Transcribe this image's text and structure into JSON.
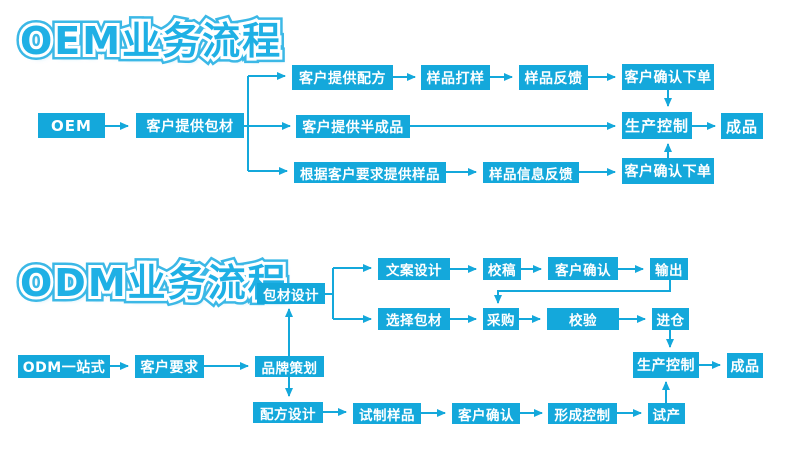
{
  "colors": {
    "accent": "#14a8db",
    "title_fill": "#1fb0e5",
    "title_outline": "#3cb8e6",
    "box_text": "#ffffff",
    "background": "#ffffff"
  },
  "sections": {
    "oem": {
      "title": "OEM业务流程",
      "nodes": {
        "start": "OEM",
        "provide_packaging": "客户提供包材",
        "provide_formula": "客户提供配方",
        "sample_proofing": "样品打样",
        "sample_feedback": "样品反馈",
        "confirm_order_top": "客户确认下单",
        "provide_semifinished": "客户提供半成品",
        "production_control": "生产控制",
        "finished_product": "成品",
        "provide_samples_on_request": "根据客户要求提供样品",
        "sample_info_feedback": "样品信息反馈",
        "confirm_order_bottom": "客户确认下单"
      }
    },
    "odm": {
      "title": "ODM业务流程",
      "nodes": {
        "start": "ODM一站式",
        "customer_requirements": "客户要求",
        "brand_planning": "品牌策划",
        "packaging_design": "包材设计",
        "copy_design": "文案设计",
        "proofreading": "校稿",
        "customer_confirm_top": "客户确认",
        "output": "输出",
        "select_packaging": "选择包材",
        "purchasing": "采购",
        "verification": "校验",
        "warehousing": "进仓",
        "formula_design": "配方设计",
        "trial_samples": "试制样品",
        "customer_confirm_bottom": "客户确认",
        "forming_control": "形成控制",
        "trial_production": "试产",
        "production_control": "生产控制",
        "finished_product": "成品"
      }
    }
  }
}
